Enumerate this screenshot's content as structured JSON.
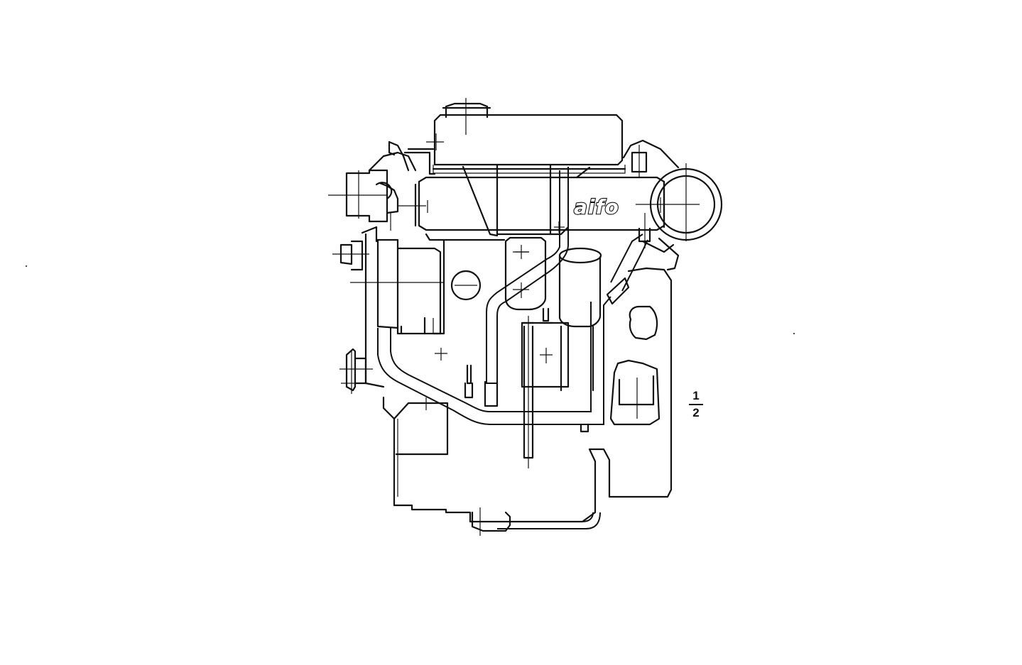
{
  "figure": {
    "brand_logo": "aifo",
    "sheet_fraction": {
      "numerator": "1",
      "denominator": "2"
    }
  },
  "colors": {
    "line": "#111111",
    "background": "#ffffff"
  }
}
